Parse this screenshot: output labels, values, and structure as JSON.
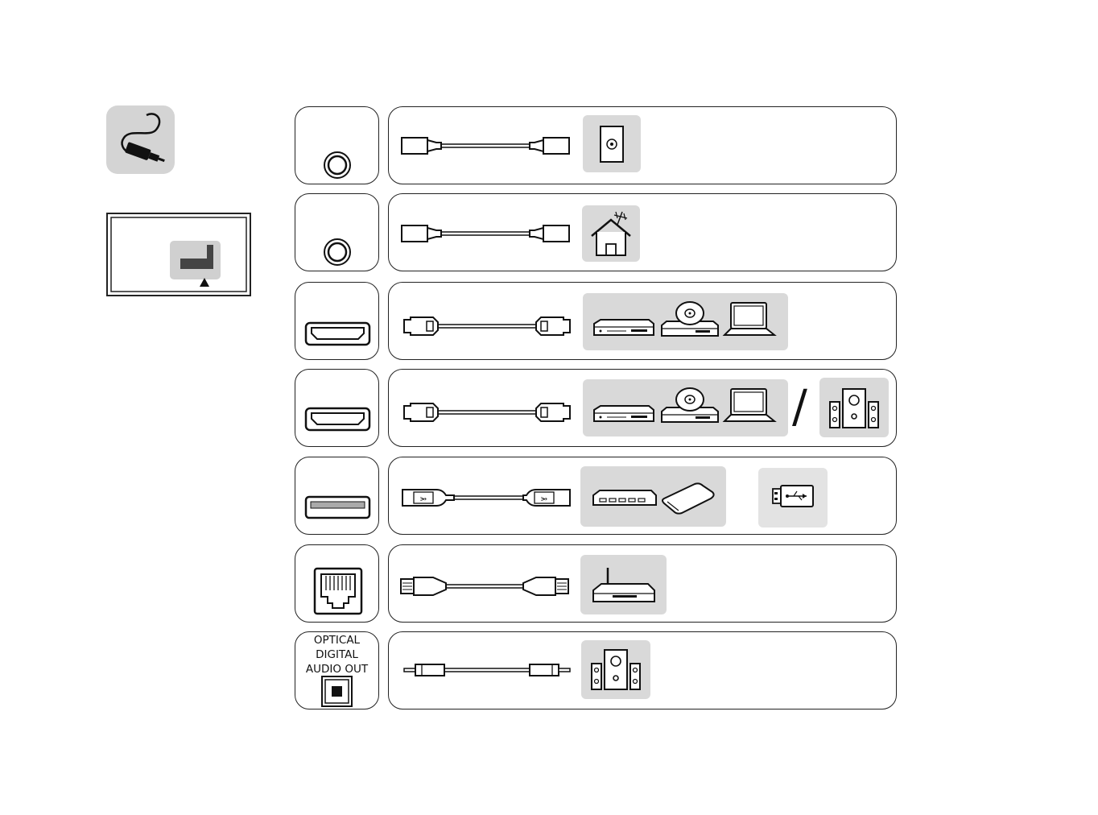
{
  "optical_port": {
    "label_lines": [
      "OPTICAL",
      "DIGITAL",
      "AUDIO OUT"
    ]
  },
  "separator": "/",
  "rows": [
    {
      "port": "coax",
      "cable": "coax",
      "devices": [
        "wall-antenna-outlet"
      ]
    },
    {
      "port": "coax",
      "cable": "coax",
      "devices": [
        "house-antenna"
      ]
    },
    {
      "port": "hdmi",
      "cable": "hdmi",
      "devices": [
        "set-top-box",
        "dvd-player",
        "laptop"
      ]
    },
    {
      "port": "hdmi",
      "cable": "hdmi",
      "devices": [
        "set-top-box",
        "dvd-player",
        "laptop",
        "speaker-system"
      ]
    },
    {
      "port": "usb",
      "cable": "usb",
      "devices": [
        "usb-hub",
        "external-hdd",
        "usb-stick"
      ]
    },
    {
      "port": "lan",
      "cable": "lan",
      "devices": [
        "router"
      ]
    },
    {
      "port": "optical",
      "cable": "optical",
      "devices": [
        "speaker-system"
      ]
    }
  ],
  "colors": {
    "outline": "#222222",
    "panel_gray": "#d9d9d9",
    "icon_gray": "#c8c8c8"
  }
}
